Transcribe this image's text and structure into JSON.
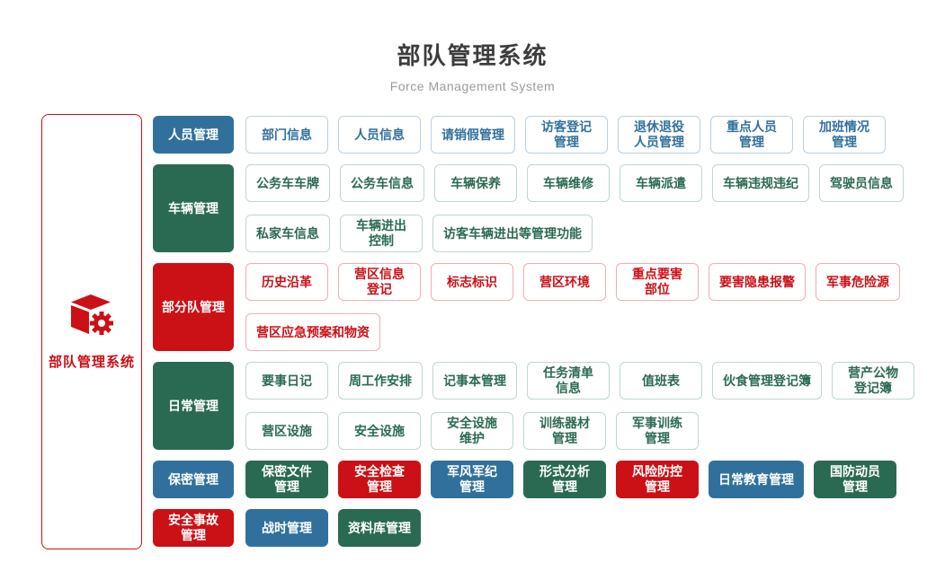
{
  "header": {
    "title": "部队管理系统",
    "subtitle": "Force Management System"
  },
  "root": {
    "label": "部队管理系统",
    "icon": "cube-gear-icon"
  },
  "colors": {
    "blue": "#31709c",
    "green": "#2a6a52",
    "red": "#cb1016",
    "blue_light": "#b9d1e2",
    "green_light": "#bed8cb",
    "red_light": "#f2adb2",
    "title_text": "#3d3d3d",
    "subtitle_text": "#9c9c9c"
  },
  "groups": [
    {
      "id": "personnel",
      "theme": "blue",
      "label_lines": [
        "人员管理"
      ],
      "items_solid": false,
      "item_rows": [
        [
          {
            "lines": [
              "部门信息"
            ]
          },
          {
            "lines": [
              "人员信息"
            ]
          },
          {
            "lines": [
              "请销假管理"
            ]
          },
          {
            "lines": [
              "访客登记",
              "管理"
            ]
          },
          {
            "lines": [
              "退休退役",
              "人员管理"
            ]
          },
          {
            "lines": [
              "重点人员",
              "管理"
            ]
          },
          {
            "lines": [
              "加班情况",
              "管理"
            ]
          }
        ]
      ]
    },
    {
      "id": "vehicle",
      "theme": "green",
      "label_lines": [
        "车辆管理"
      ],
      "items_solid": false,
      "item_rows": [
        [
          {
            "lines": [
              "公务车车牌"
            ]
          },
          {
            "lines": [
              "公务车信息"
            ]
          },
          {
            "lines": [
              "车辆保养"
            ]
          },
          {
            "lines": [
              "车辆维修"
            ]
          },
          {
            "lines": [
              "车辆派遣"
            ]
          },
          {
            "lines": [
              "车辆违规违纪"
            ]
          },
          {
            "lines": [
              "驾驶员信息"
            ]
          }
        ],
        [
          {
            "lines": [
              "私家车信息"
            ]
          },
          {
            "lines": [
              "车辆进出",
              "控制"
            ]
          },
          {
            "lines": [
              "访客车辆进出等管理功能"
            ]
          }
        ]
      ]
    },
    {
      "id": "unit",
      "theme": "red",
      "label_lines": [
        "部分队管理"
      ],
      "items_solid": false,
      "item_rows": [
        [
          {
            "lines": [
              "历史沿革"
            ]
          },
          {
            "lines": [
              "营区信息",
              "登记"
            ]
          },
          {
            "lines": [
              "标志标识"
            ]
          },
          {
            "lines": [
              "营区环境"
            ]
          },
          {
            "lines": [
              "重点要害",
              "部位"
            ]
          },
          {
            "lines": [
              "要害隐患报警"
            ]
          },
          {
            "lines": [
              "军事危险源"
            ]
          }
        ],
        [
          {
            "lines": [
              "营区应急预案和物资"
            ]
          }
        ]
      ]
    },
    {
      "id": "daily",
      "theme": "green",
      "label_lines": [
        "日常管理"
      ],
      "items_solid": false,
      "item_rows": [
        [
          {
            "lines": [
              "要事日记"
            ]
          },
          {
            "lines": [
              "周工作安排"
            ]
          },
          {
            "lines": [
              "记事本管理"
            ]
          },
          {
            "lines": [
              "任务清单",
              "信息"
            ]
          },
          {
            "lines": [
              "值班表"
            ]
          },
          {
            "lines": [
              "伙食管理登记簿"
            ]
          },
          {
            "lines": [
              "营产公物",
              "登记簿"
            ]
          }
        ],
        [
          {
            "lines": [
              "营区设施"
            ]
          },
          {
            "lines": [
              "安全设施"
            ]
          },
          {
            "lines": [
              "安全设施",
              "维护"
            ]
          },
          {
            "lines": [
              "训练器材",
              "管理"
            ]
          },
          {
            "lines": [
              "军事训练",
              "管理"
            ]
          }
        ]
      ]
    },
    {
      "id": "secrecy",
      "theme": "blue",
      "label_lines": [
        "保密管理"
      ],
      "items_solid": true,
      "item_rows": [
        [
          {
            "lines": [
              "保密文件",
              "管理"
            ],
            "theme": "green"
          },
          {
            "lines": [
              "安全检查",
              "管理"
            ],
            "theme": "red"
          },
          {
            "lines": [
              "军风军纪",
              "管理"
            ],
            "theme": "blue"
          },
          {
            "lines": [
              "形式分析",
              "管理"
            ],
            "theme": "green"
          },
          {
            "lines": [
              "风险防控",
              "管理"
            ],
            "theme": "red"
          },
          {
            "lines": [
              "日常教育管理"
            ],
            "theme": "blue"
          },
          {
            "lines": [
              "国防动员",
              "管理"
            ],
            "theme": "green"
          }
        ]
      ]
    },
    {
      "id": "accident",
      "theme": "red",
      "label_lines": [
        "安全事故",
        "管理"
      ],
      "items_solid": true,
      "item_rows": [
        [
          {
            "lines": [
              "战时管理"
            ],
            "theme": "blue"
          },
          {
            "lines": [
              "资料库管理"
            ],
            "theme": "green"
          }
        ]
      ]
    }
  ]
}
